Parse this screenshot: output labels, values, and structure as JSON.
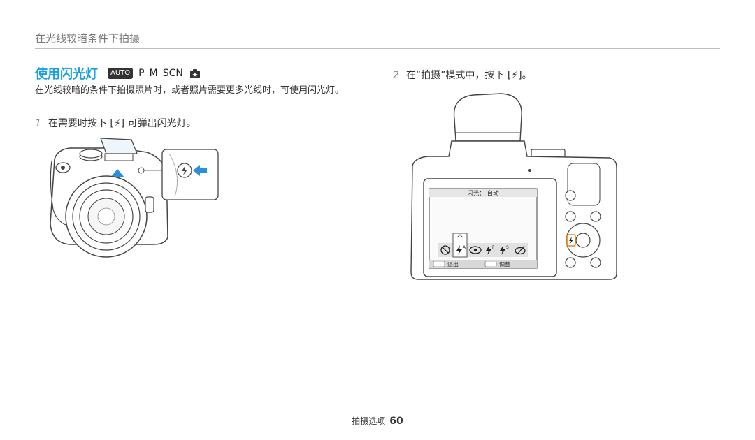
{
  "header": {
    "section_title": "在光线较暗条件下拍摄"
  },
  "title": {
    "text": "使用闪光灯",
    "modes": [
      "AUTO",
      "P",
      "M",
      "SCN"
    ],
    "mode_icon": "camera-star-icon",
    "accent_color": "#1aa0e0"
  },
  "description": "在光线较暗的条件下拍摄照片时，或者照片需要更多光线时，可使用闪光灯。",
  "step1": {
    "number": "1",
    "text": "在需要时按下 [⚡] 可弹出闪光灯。"
  },
  "step2": {
    "number": "2",
    "text": "在“拍摄”模式中，按下 [⚡]。"
  },
  "lcd": {
    "title": "闪光： 自动",
    "back_label": "退出",
    "adjust_label": "调整",
    "highlight_color": "#f0821e"
  },
  "footer": {
    "label": "拍摄选项",
    "page": "60"
  }
}
